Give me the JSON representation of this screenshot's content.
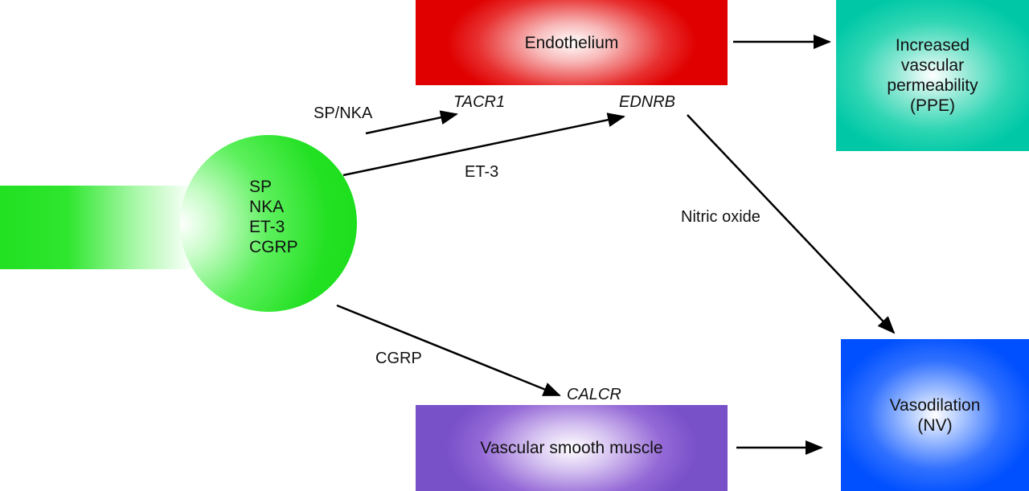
{
  "nodes": {
    "endothelium": {
      "label": "Endothelium",
      "color": "#e00000"
    },
    "permeability": {
      "lines": [
        "Increased",
        "vascular",
        "permeability",
        "(PPE)"
      ],
      "color": "#00c8a6"
    },
    "smooth_muscle": {
      "label": "Vascular smooth muscle",
      "color": "#7850c8"
    },
    "vasodilation": {
      "lines": [
        "Vasodilation",
        "(NV)"
      ],
      "color": "#0050ff"
    },
    "nerve_terminal": {
      "lines": [
        "SP",
        "NKA",
        "ET-3",
        "CGRP"
      ],
      "color": "#22e022"
    }
  },
  "receptors": {
    "tacr1": "TACR1",
    "ednrb": "EDNRB",
    "calcr": "CALCR"
  },
  "edge_labels": {
    "sp_nka": "SP/NKA",
    "et3": "ET-3",
    "cgrp": "CGRP",
    "nitric_oxide": "Nitric oxide"
  },
  "edges": [
    {
      "from": "nerve_terminal",
      "to": "tacr1",
      "label": "SP/NKA"
    },
    {
      "from": "nerve_terminal",
      "to": "ednrb",
      "label": "ET-3"
    },
    {
      "from": "nerve_terminal",
      "to": "calcr",
      "label": "CGRP"
    },
    {
      "from": "ednrb",
      "to": "vasodilation",
      "label": "Nitric oxide"
    },
    {
      "from": "endothelium",
      "to": "permeability",
      "label": ""
    },
    {
      "from": "smooth_muscle",
      "to": "vasodilation",
      "label": ""
    }
  ]
}
